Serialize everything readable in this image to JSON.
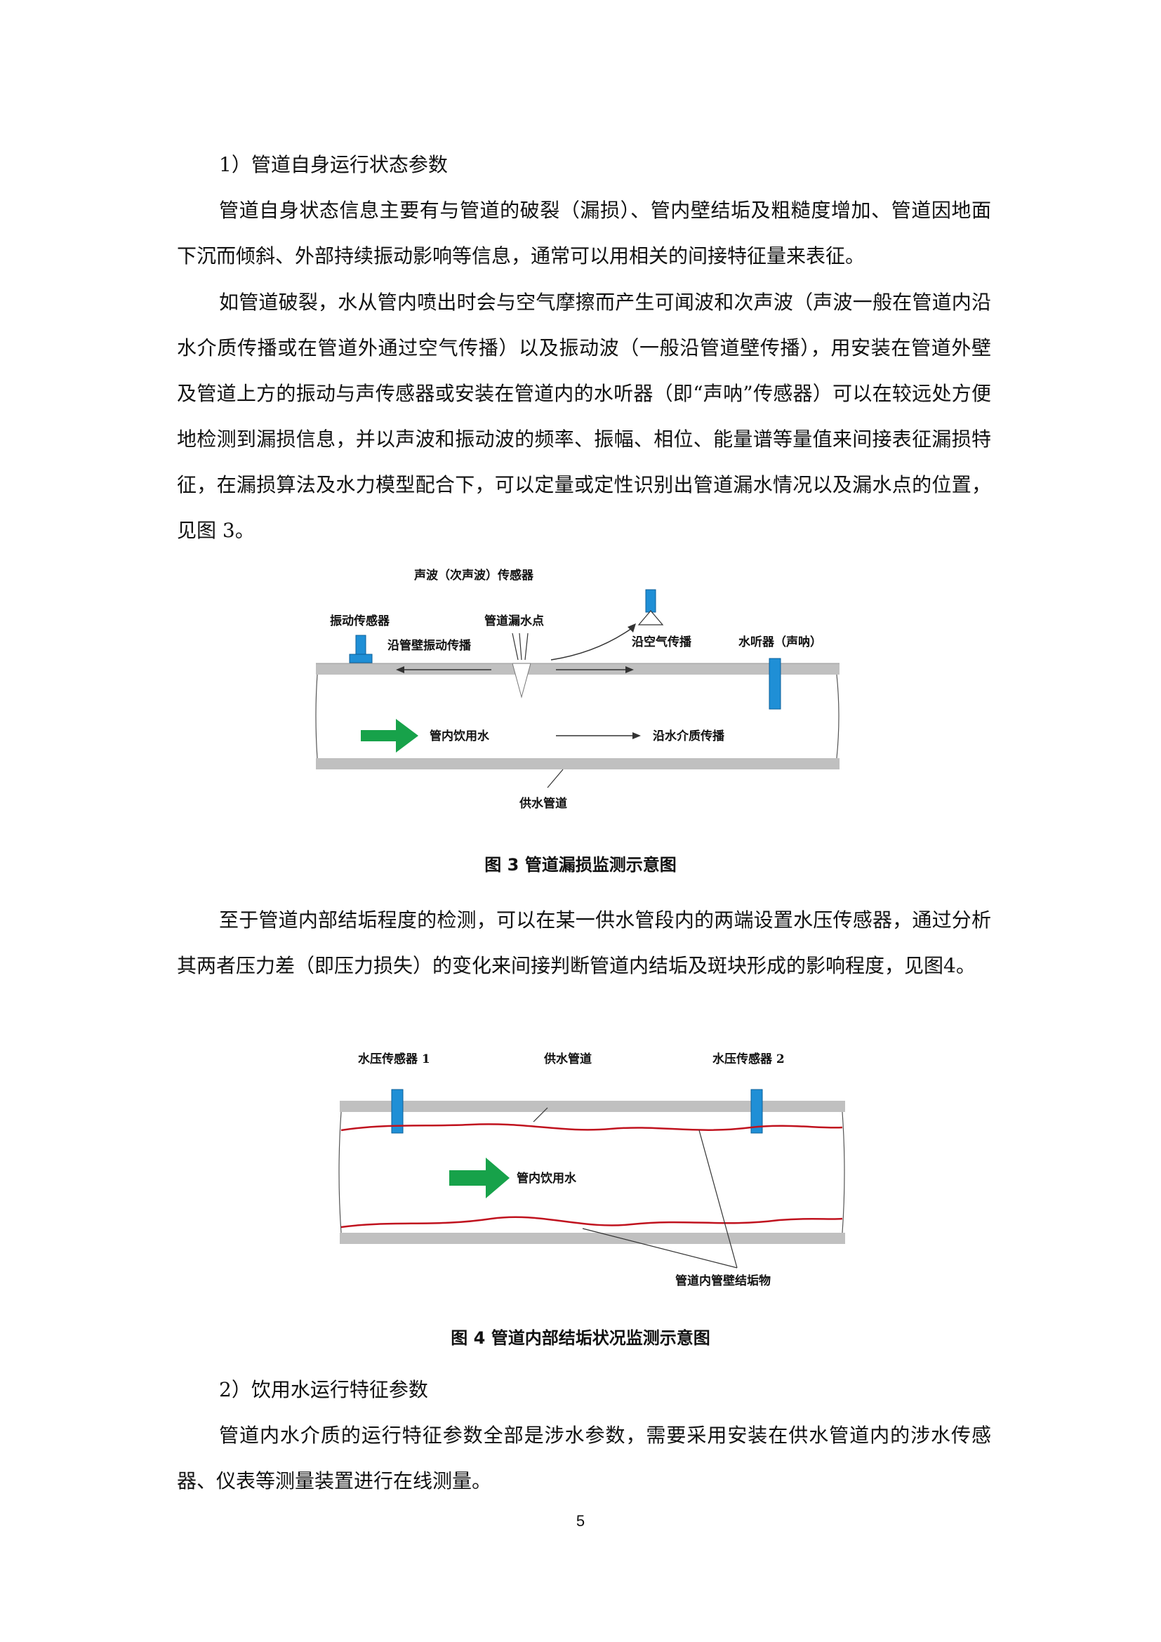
{
  "section1": {
    "heading": "1）管道自身运行状态参数",
    "p1": "管道自身状态信息主要有与管道的破裂（漏损）、管内壁结垢及粗糙度增加、管道因地面下沉而倾斜、外部持续振动影响等信息，通常可以用相关的间接特征量来表征。",
    "p2": "如管道破裂，水从管内喷出时会与空气摩擦而产生可闻波和次声波（声波一般在管道内沿水介质传播或在管道外通过空气传播）以及振动波（一般沿管道壁传播），用安装在管道外壁及管道上方的振动与声传感器或安装在管道内的水听器（即“声呐”传感器）可以在较远处方便地检测到漏损信息，并以声波和振动波的频率、振幅、相位、能量谱等量值来间接表征漏损特征，在漏损算法及水力模型配合下，可以定量或定性识别出管道漏水情况以及漏水点的位置，见图 3。",
    "p3": "至于管道内部结垢程度的检测，可以在某一供水管段内的两端设置水压传感器，通过分析其两者压力差（即压力损失）的变化来间接判断管道内结垢及斑块形成的影响程度，见图4。"
  },
  "figure3": {
    "caption": "图 3 管道漏损监测示意图",
    "labels": {
      "sound_sensor": "声波（次声波）传感器",
      "vibration_sensor": "振动传感器",
      "leak_point": "管道漏水点",
      "wall_vibration": "沿管壁振动传播",
      "air_propagation": "沿空气传播",
      "hydrophone": "水听器（声呐）",
      "drinking_water": "管内饮用水",
      "water_medium": "沿水介质传播",
      "pipe": "供水管道"
    }
  },
  "figure4": {
    "caption": "图 4 管道内部结垢状况监测示意图",
    "labels": {
      "sensor1": "水压传感器 1",
      "pipe": "供水管道",
      "sensor2": "水压传感器 2",
      "drinking_water": "管内饮用水",
      "scale": "管道内管壁结垢物"
    }
  },
  "section2": {
    "heading": "2）饮用水运行特征参数",
    "p1": "管道内水介质的运行特征参数全部是涉水参数，需要采用安装在供水管道内的涉水传感器、仪表等测量装置进行在线测量。"
  },
  "page_number": "5",
  "colors": {
    "pipe_wall": "#c0c0c0",
    "sensor_blue": "#1f8fd6",
    "arrow_green": "#17a24a",
    "scale_red": "#c0121e"
  }
}
